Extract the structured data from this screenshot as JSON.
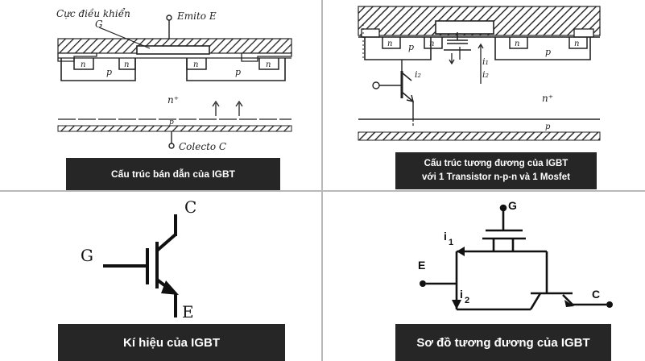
{
  "panel1": {
    "labels": {
      "gate_label": "Cực điều khiển",
      "g": "G",
      "emitter": "Emito E",
      "n1": "n",
      "n2": "n",
      "n3": "n",
      "n4": "n",
      "p1": "p",
      "p2": "p",
      "n_plus": "n⁺",
      "p_bottom": "p",
      "collector": "Colecto C"
    },
    "caption": "Cấu trúc bán dẫn của IGBT"
  },
  "panel2": {
    "labels": {
      "n1": "n",
      "p1": "p",
      "n2": "n",
      "n3": "n",
      "n4": "n",
      "p2": "p",
      "i1": "i₁",
      "i2a": "i₂",
      "i2b": "i₂",
      "n_plus": "n⁺",
      "p_bottom": "p"
    },
    "caption_line1": "Cấu trúc tương đương của IGBT",
    "caption_line2": "với 1 Transistor n-p-n và 1 Mosfet"
  },
  "panel3": {
    "labels": {
      "c": "C",
      "g": "G",
      "e": "E"
    },
    "caption": "Kí hiệu của IGBT"
  },
  "panel4": {
    "labels": {
      "g": "G",
      "i1": "i",
      "i1_sub": "1",
      "e": "E",
      "i2": "i",
      "i2_sub": "2",
      "c": "C"
    },
    "caption": "Sơ đồ tương đương của IGBT"
  }
}
